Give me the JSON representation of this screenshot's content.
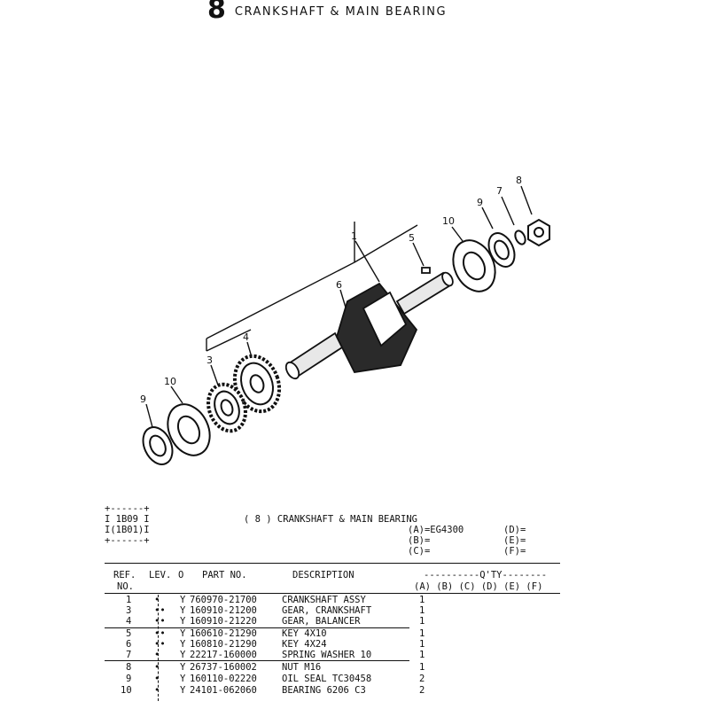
{
  "header": {
    "page_number": "8",
    "title": "CRANKSHAFT & MAIN BEARING"
  },
  "callouts": [
    "1",
    "5",
    "6",
    "10",
    "9",
    "7",
    "8",
    "3",
    "4",
    "10",
    "9"
  ],
  "codebox": {
    "border_top": "+------+",
    "line1": "I 1B09 I",
    "line2": "I(1B01)I",
    "border_bottom": "+------+"
  },
  "group": {
    "heading": "( 8 ) CRANKSHAFT & MAIN BEARING"
  },
  "models": [
    {
      "a": "(A)=EG4300",
      "d": "(D)="
    },
    {
      "a": "(B)=",
      "d": "(E)="
    },
    {
      "a": "(C)=",
      "d": "(F)="
    }
  ],
  "columns": {
    "ref": "REF.",
    "ref2": "NO.",
    "lev": "LEV.",
    "o": "O",
    "part_no": "PART NO.",
    "description": "DESCRIPTION",
    "qty": "----------Q'TY--------",
    "qty_cols": "(A) (B) (C) (D) (E) (F)"
  },
  "rows": [
    {
      "ref": "1",
      "lev": "•",
      "o": "Y",
      "part": "760970-21700",
      "desc": "CRANKSHAFT ASSY",
      "qty": "1"
    },
    {
      "ref": "3",
      "lev": "••",
      "o": "Y",
      "part": "160910-21200",
      "desc": "GEAR, CRANKSHAFT",
      "qty": "1"
    },
    {
      "ref": "4",
      "lev": "••",
      "o": "Y",
      "part": "160910-21220",
      "desc": "GEAR, BALANCER",
      "qty": "1"
    },
    {
      "ref": "5",
      "lev": "••",
      "o": "Y",
      "part": "160610-21290",
      "desc": "KEY 4X10",
      "qty": "1"
    },
    {
      "ref": "6",
      "lev": "••",
      "o": "Y",
      "part": "160810-21290",
      "desc": "KEY 4X24",
      "qty": "1"
    },
    {
      "ref": "7",
      "lev": "•",
      "o": "Y",
      "part": "22217-160000",
      "desc": "SPRING WASHER 10",
      "qty": "1"
    },
    {
      "ref": "8",
      "lev": "•",
      "o": "Y",
      "part": "26737-160002",
      "desc": "NUT M16",
      "qty": "1"
    },
    {
      "ref": "9",
      "lev": "•",
      "o": "Y",
      "part": "160110-02220",
      "desc": "OIL SEAL TC30458",
      "qty": "2"
    },
    {
      "ref": "10",
      "lev": "•",
      "o": "Y",
      "part": "24101-062060",
      "desc": "BEARING 6206 C3",
      "qty": "2"
    }
  ]
}
